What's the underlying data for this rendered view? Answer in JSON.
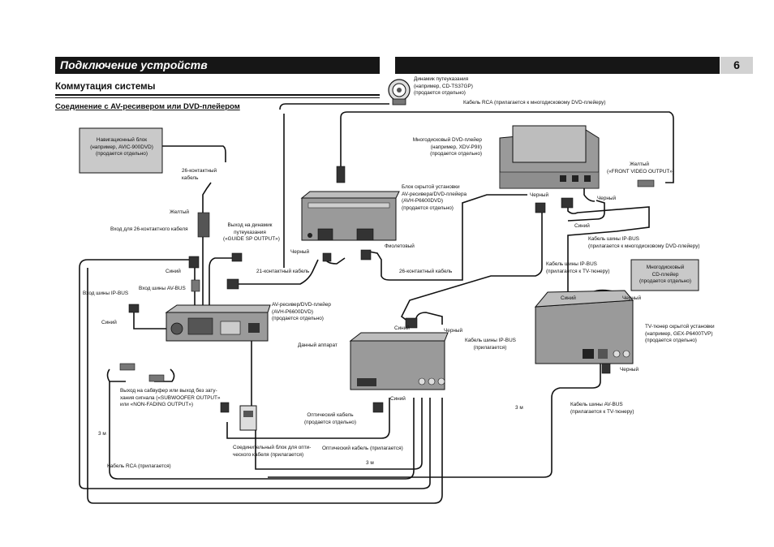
{
  "header": {
    "title": "Подключение устройств",
    "page_number": "6"
  },
  "section": {
    "title": "Коммутация системы",
    "subtitle": "Соединение с AV-ресивером или DVD-плейером"
  },
  "labels": {
    "nav_box": "Навигационный блок\n(например, AVIC-900DVD)\n(продается отдельно)",
    "cable_26pin_a": "26-контактный\nкабель",
    "yellow_1": "Желтый",
    "input_26pin": "Вход для 26-контактного кабеля",
    "guide_sp": "Выход на динамик\nпутеуказания\n(«GUIDE SP OUTPUT»)",
    "blue_1": "Синий",
    "avbus_input": "Вход шины AV-BUS",
    "ipbus_input": "Вход шины IP-BUS",
    "blue_2": "Синий",
    "cable_21pin": "21-контактный кабель",
    "av_receiver": "AV-ресивер/DVD-плейер\n(AVH-P6600DVD)\n(продается отдельно)",
    "subwoofer_out": "Выход на сабвуфер или выход без зату-\nхания сигнала («SUBWOOFER OUTPUT»\nили «NON-FADING OUTPUT»)",
    "len_3m_left": "3 м",
    "rca_cable_incl": "Кабель RCA (прилагается)",
    "optical_junction": "Соединительный блок для опти-\nческого кабеля (прилагается)",
    "optical_cable_incl": "Оптический кабель (прилагается)",
    "len_3m_bottom": "3 м",
    "guide_speaker": "Динамик путеуказания\n(например, CD-TS37GP)\n(продается отдельно)",
    "rca_cable_multidisc": "Кабель RCA (прилагается к многодисковому DVD-плейеру)",
    "multidisc_dvd": "Многодисковый DVD-плейер\n(например, XDV-P9II)\n(продается отдельно)",
    "hideaway_unit": "Блок скрытой установки\nAV-ресивера/DVD-плейера\n(AVH-P6600DVD)\n(продается отдельно)",
    "black_1": "Черный",
    "violet": "Фиолетовый",
    "cable_26pin_b": "26-контактный кабель",
    "yellow_front": "Желтый\n(«FRONT VIDEO OUTPUT»)",
    "black_2": "Черный",
    "black_3": "Черный",
    "blue_3": "Синий",
    "ipbus_cable_multidisc": "Кабель шины IP-BUS\n(прилагается к многодисковому DVD-плейеру)",
    "ipbus_cable_tv": "Кабель шины IP-BUS\n(прилагается к TV-тюнеру)",
    "multidisc_cd": "Многодисковый\nCD-плейер\n(продается отдельно)",
    "blue_4": "Синий",
    "black_4": "Черный",
    "tv_tuner": "TV-тюнер скрытой установки\n(например, GEX-P6400TVP)\n(продается отдельно)",
    "blue_5": "Синий",
    "black_5": "Черный",
    "this_unit": "Данный аппарат",
    "ipbus_cable_incl": "Кабель шины IP-BUS\n(прилагается)",
    "blue_6": "Синий",
    "optical_cable_sold": "Оптический кабель\n(продается отдельно)",
    "len_3m_right": "3 м",
    "black_6": "Черный",
    "avbus_cable_tv": "Кабель шины AV-BUS\n(прилагается к TV-тюнеру)"
  },
  "colors": {
    "header_bg": "#161616",
    "page_box": "#d2d2d2",
    "device_gray": "#9a9a9a",
    "box_gray": "#c9c9c9"
  }
}
